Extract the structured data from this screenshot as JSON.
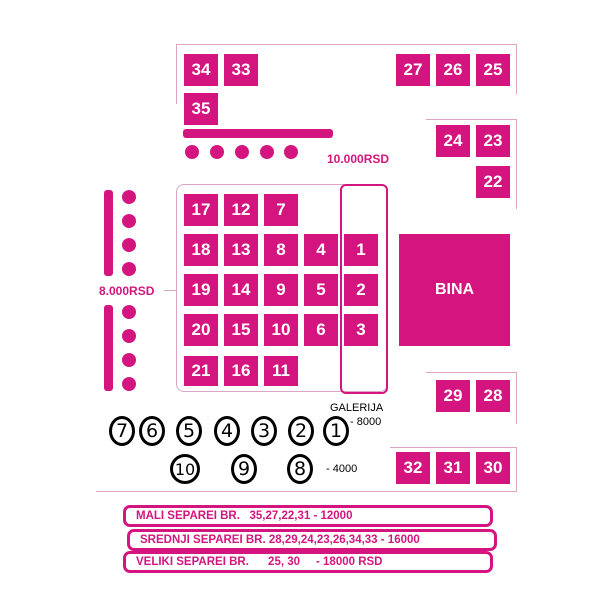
{
  "colors": {
    "accent": "#d4157f",
    "outline": "#d8a6c4"
  },
  "tables": {
    "t34": "34",
    "t33": "33",
    "t35": "35",
    "t27": "27",
    "t26": "26",
    "t25": "25",
    "t24": "24",
    "t23": "23",
    "t22": "22",
    "t17": "17",
    "t12": "12",
    "t7": "7",
    "t18": "18",
    "t13": "13",
    "t8": "8",
    "t4": "4",
    "t1": "1",
    "t19": "19",
    "t14": "14",
    "t9": "9",
    "t5": "5",
    "t2": "2",
    "t20": "20",
    "t15": "15",
    "t10": "10",
    "t6": "6",
    "t3": "3",
    "t21": "21",
    "t16": "16",
    "t11": "11",
    "t29": "29",
    "t28": "28",
    "t32": "32",
    "t31": "31",
    "t30": "30"
  },
  "stage": {
    "label": "BINA"
  },
  "prices": {
    "vip_column": "10.000RSD",
    "left_area": "8.000RSD"
  },
  "gallery": {
    "label": "GALERIJA",
    "price_top": "- 8000",
    "price_bottom": "- 4000",
    "top_row": [
      "7",
      "6",
      "5",
      "4",
      "3",
      "2",
      "1"
    ],
    "bottom_row": [
      "10",
      "9",
      "8"
    ]
  },
  "legend": {
    "mali": "MALI SEPAREI BR.   35,27,22,31 - 12000",
    "srednji": "SREDNJI SEPAREI BR. 28,29,24,23,26,34,33 - 16000",
    "veliki": "VELIKI SEPAREI BR.      25, 30     - 18000 RSD"
  }
}
